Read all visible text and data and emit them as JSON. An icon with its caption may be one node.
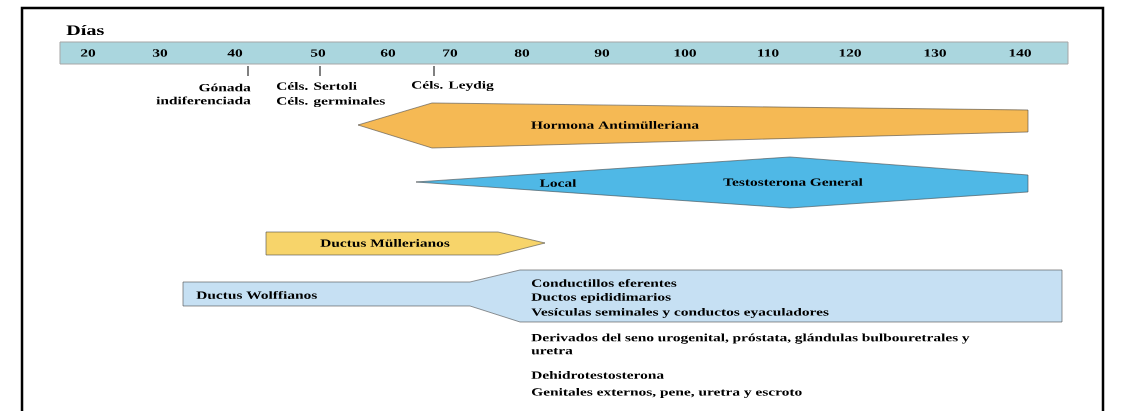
{
  "diagram": {
    "nodes": [
      {
        "text": [
          "Hormona Antimülleriana"
        ]
      },
      {
        "text": [
          "Local",
          "Testosterona General"
        ]
      },
      {
        "text": [
          "Ductus Müllerianos"
        ]
      },
      {
        "text": [
          "Ductus Wolffianos",
          "Conductillos eferentes",
          "Ductos epididimarios",
          "Vesículas seminales y conductos eyaculadores"
        ]
      }
    ],
    "labels": [
      "Días",
      "20",
      "30",
      "40",
      "50",
      "60",
      "70",
      "80",
      "90",
      "100",
      "110",
      "120",
      "130",
      "140",
      "Gónada indiferenciada",
      "Céls. Sertoli",
      "Céls. germinales",
      "Céls. Leydig",
      "Derivados del seno urogenital, próstata, glándulas bulbouretrales y uretra",
      "Dehidrotestosterona",
      "Genitales externos, pene, uretra y escroto"
    ]
  }
}
